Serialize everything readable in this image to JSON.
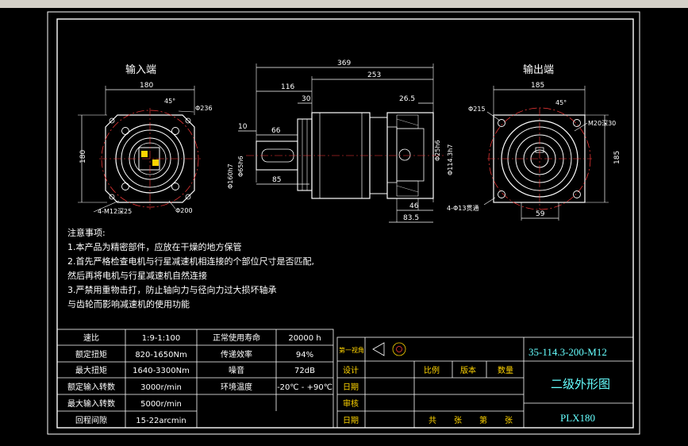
{
  "views": {
    "input_title": "输入端",
    "output_title": "输出端"
  },
  "dims": {
    "in_180": "180",
    "in_45": "45°",
    "in_236": "Φ236",
    "in_180v": "180",
    "in_m12": "4-M12深25",
    "in_200": "Φ200",
    "s_369": "369",
    "s_253": "253",
    "s_116": "116",
    "s_30": "30",
    "s_265": "26.5",
    "s_10": "10",
    "s_66": "66",
    "s_85": "85",
    "s_d1": "Φ160h7",
    "s_d2": "Φ65h6",
    "s_d3": "Φ25h6",
    "s_d4": "Φ114.3h7",
    "s_46": "46",
    "s_835": "83.5",
    "out_185": "185",
    "out_45": "45°",
    "out_215": "Φ215",
    "out_m20": "M20深30",
    "out_185v": "185",
    "out_13": "4-Φ13贯通",
    "out_59": "59"
  },
  "notes": [
    "注意事项:",
    "1.本产品为精密部件，应放在干燥的地方保管",
    "2.首先严格检查电机与行星减速机相连接的个部位尺寸是否匹配,",
    "然后再将电机与行星减速机自然连接",
    "3.严禁用重物击打，防止轴向力与径向力过大损坏轴承",
    "与齿轮而影响减速机的使用功能"
  ],
  "spec_table": [
    [
      "速比",
      "1:9-1:100",
      "正常使用寿命",
      "20000 h"
    ],
    [
      "额定扭矩",
      "820-1650Nm",
      "传递效率",
      "94%"
    ],
    [
      "最大扭矩",
      "1640-3300Nm",
      "噪音",
      "72dB"
    ],
    [
      "额定输入转数",
      "3000r/min",
      "环境温度",
      "-20℃ - +90℃"
    ],
    [
      "最大输入转数",
      "5000r/min",
      "",
      ""
    ],
    [
      "回程间隙",
      "15-22arcmin",
      "",
      ""
    ]
  ],
  "title_block": {
    "first_angle": "第一视角",
    "design": "设计",
    "date1": "日期",
    "review": "审核",
    "date2": "日期",
    "scale": "比例",
    "version": "版本",
    "quantity": "数量",
    "total_sheets": "共",
    "sheets": "张",
    "sheet_no": "第",
    "sheet": "张",
    "model": "35-114.3-200-M12",
    "drawing_name": "二级外形图",
    "product": "PLX180"
  },
  "colors": {
    "background": "#000000",
    "frame": "#ffffff",
    "geometry": "#ffffff",
    "dimension": "#ffffff",
    "centerline": "#ff3b3b",
    "title_text": "#66ffff",
    "note_text": "#ffffff",
    "hatch": "#ffd400"
  }
}
